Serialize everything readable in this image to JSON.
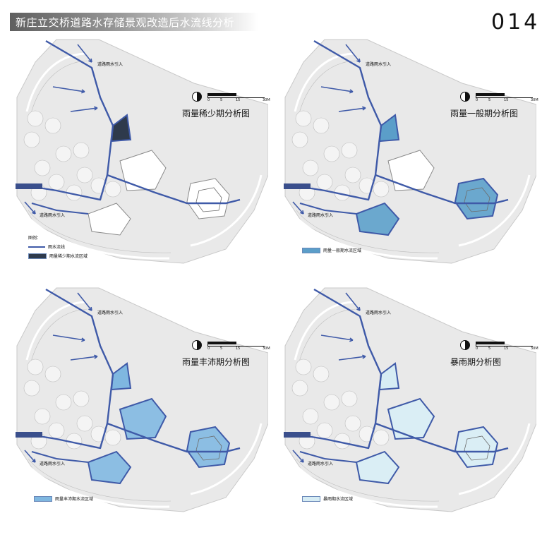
{
  "header": {
    "title": "新庄立交桥道路水存储景观改造后水流线分析",
    "page_number": "014"
  },
  "scale_labels": [
    "0",
    "5",
    "15",
    "30M"
  ],
  "callouts": {
    "road_inflow": "道路雨水引入"
  },
  "legend": {
    "heading": "图例：",
    "flow_line": "雨水流线"
  },
  "panels": [
    {
      "title": "雨量稀少期分析图",
      "legend_fill": "雨量稀少期水流区域",
      "fill_color": "#2e3a4c"
    },
    {
      "title": "雨量一般期分析图",
      "legend_fill": "雨量一般期水流区域",
      "fill_color": "#5b9ec9"
    },
    {
      "title": "雨量丰沛期分析图",
      "legend_fill": "雨量丰沛期水流区域",
      "fill_color": "#7fb7e0"
    },
    {
      "title": "暴雨期分析图",
      "legend_fill": "暴雨期水流区域",
      "fill_color": "#d6ecf4"
    }
  ],
  "colors": {
    "flow": "#3f5aa8",
    "land": "#e9e9e9",
    "paving": "#ffffff",
    "tree": "#bdbdbd"
  }
}
